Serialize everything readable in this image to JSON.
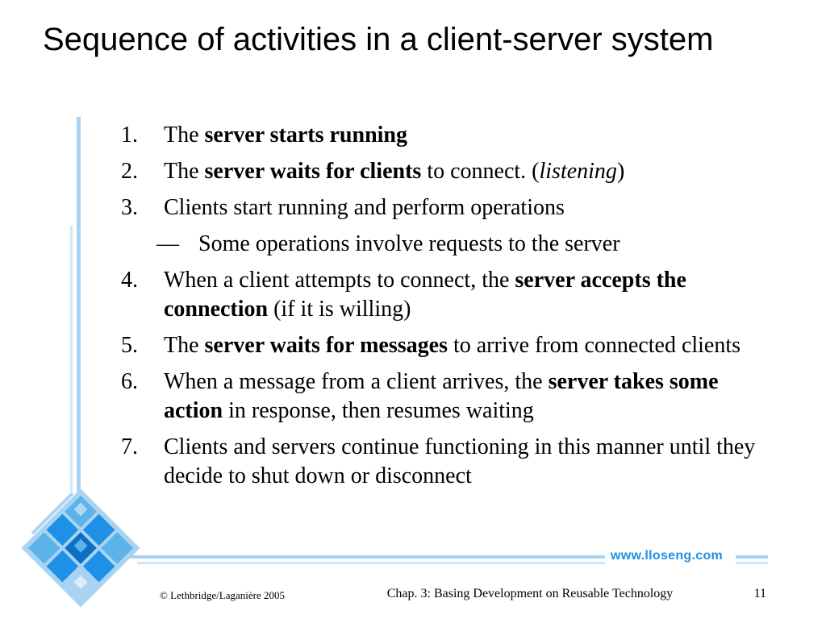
{
  "slide": {
    "title": "Sequence of activities in a client-server system",
    "items": [
      {
        "num": "1.",
        "segments": [
          {
            "t": "The ",
            "s": "n"
          },
          {
            "t": "server starts running",
            "s": "b"
          }
        ]
      },
      {
        "num": "2.",
        "segments": [
          {
            "t": "The ",
            "s": "n"
          },
          {
            "t": "server waits for clients",
            "s": "b"
          },
          {
            "t": " to connect. (",
            "s": "n"
          },
          {
            "t": "listening",
            "s": "i"
          },
          {
            "t": ")",
            "s": "n"
          }
        ]
      },
      {
        "num": "3.",
        "segments": [
          {
            "t": "Clients start running and perform operations",
            "s": "n"
          }
        ],
        "sub": {
          "dash": "—",
          "text": "Some operations involve requests to the server"
        }
      },
      {
        "num": "4.",
        "segments": [
          {
            "t": "When a client attempts to connect, the ",
            "s": "n"
          },
          {
            "t": "server accepts the connection",
            "s": "b"
          },
          {
            "t": " (if it is willing)",
            "s": "n"
          }
        ]
      },
      {
        "num": "5.",
        "segments": [
          {
            "t": "The ",
            "s": "n"
          },
          {
            "t": "server waits for messages",
            "s": "b"
          },
          {
            "t": " to arrive from connected clients",
            "s": "n"
          }
        ]
      },
      {
        "num": "6.",
        "segments": [
          {
            "t": "When a message from a client arrives, the ",
            "s": "n"
          },
          {
            "t": "server takes some action",
            "s": "b"
          },
          {
            "t": " in response, then resumes waiting",
            "s": "n"
          }
        ]
      },
      {
        "num": "7.",
        "segments": [
          {
            "t": "Clients and servers continue functioning in this manner until they decide to shut down or disconnect",
            "s": "n"
          }
        ]
      }
    ]
  },
  "footer": {
    "copyright": "© Lethbridge/Laganière 2005",
    "chapter": "Chap. 3: Basing Development on Reusable Technology",
    "page_number": "11",
    "website": "www.lloseng.com"
  },
  "colors": {
    "accent_light": "#a9d3f2",
    "accent_mid": "#5cb3ea",
    "accent_dark": "#1e90e6",
    "accent_deep": "#0d6fc1"
  }
}
